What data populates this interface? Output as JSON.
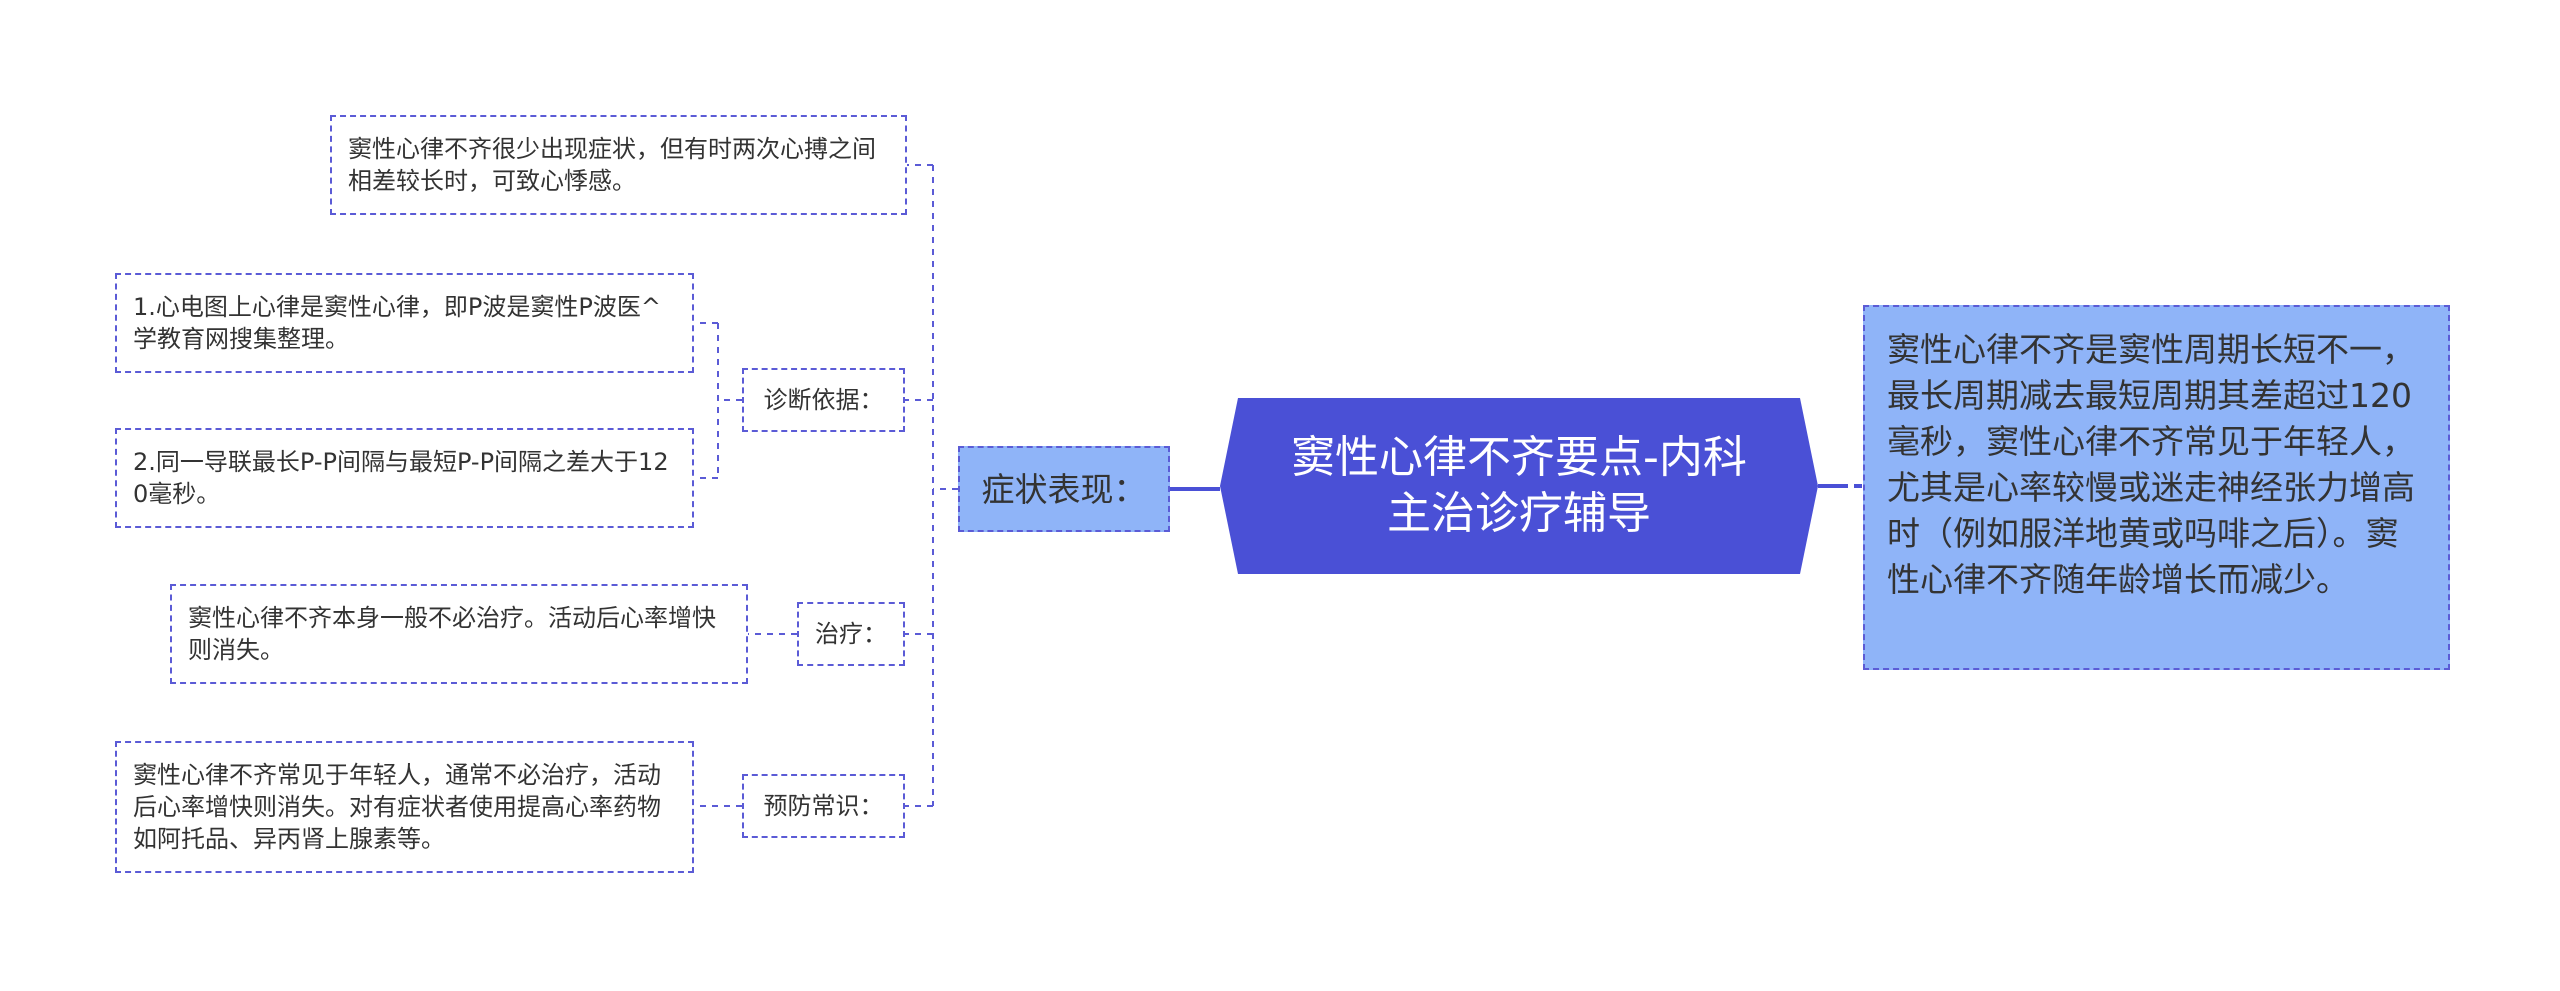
{
  "center_title": "窦性心律不齐要点-内科主治诊疗辅导",
  "right_text": "窦性心律不齐是窦性周期长短不一，最长周期减去最短周期其差超过120毫秒，窦性心律不齐常见于年轻人，尤其是心率较慢或迷走神经张力增高时（例如服洋地黄或吗啡之后）。窦性心律不齐随年龄增长而减少。",
  "symptom_label": "症状表现：",
  "top_leaf": "窦性心律不齐很少出现症状，但有时两次心搏之间相差较长时，可致心悸感。",
  "diagnosis": {
    "label": "诊断依据：",
    "items": [
      "1.心电图上心律是窦性心律，即P波是窦性P波医^学教育网搜集整理。",
      "2.同一导联最长P-P间隔与最短P-P间隔之差大于120毫秒。"
    ]
  },
  "treatment": {
    "label": "治疗：",
    "text": "窦性心律不齐本身一般不必治疗。活动后心率增快则消失。"
  },
  "prevention": {
    "label": "预防常识：",
    "text": "窦性心律不齐常见于年轻人，通常不必治疗，活动后心率增快则消失。对有症状者使用提高心率药物如阿托品、异丙肾上腺素等。"
  },
  "colors": {
    "center_fill": "#4a50d6",
    "accent_fill": "#8fb4f8",
    "border": "#5b5bd6"
  }
}
